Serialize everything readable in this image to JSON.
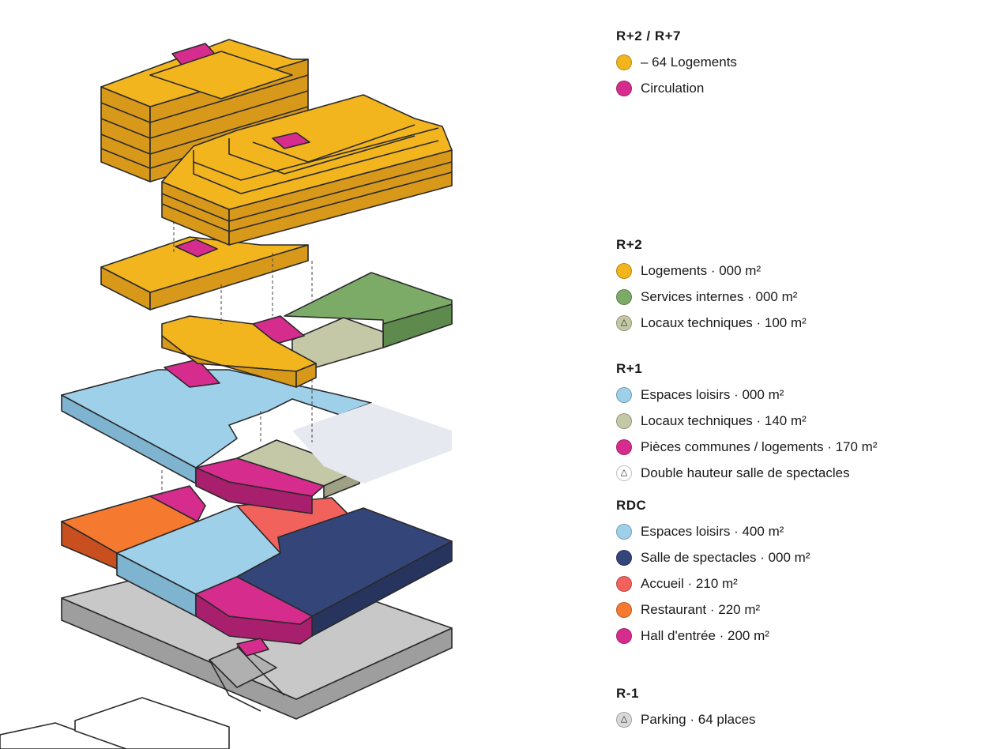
{
  "legend": {
    "groups": [
      {
        "title": "R+2 / R+7",
        "items": [
          {
            "label": "– 64 Logements",
            "color": "#F2B51E"
          },
          {
            "label": "Circulation",
            "color": "#D62C8E"
          }
        ]
      },
      {
        "title": "R+2",
        "items": [
          {
            "label": "Logements · 000 m²",
            "color": "#F2B51E"
          },
          {
            "label": "Services internes · 000 m²",
            "color": "#7CAB68"
          },
          {
            "label": "Locaux techniques · 100 m²",
            "color": "#C4C8A6",
            "icon": "triangle-icon"
          }
        ]
      },
      {
        "title": "R+1",
        "items": [
          {
            "label": "Espaces loisirs · 000 m²",
            "color": "#9FD0EA"
          },
          {
            "label": "Locaux techniques · 140 m²",
            "color": "#C4C8A6"
          },
          {
            "label": "Pièces communes / logements · 170 m²",
            "color": "#D62C8E"
          },
          {
            "label": "Double hauteur salle de spectacles",
            "color": "#FFFFFF",
            "icon": "triangle-icon"
          }
        ]
      },
      {
        "title": "RDC",
        "items": [
          {
            "label": "Espaces loisirs · 400 m²",
            "color": "#9FD0EA"
          },
          {
            "label": "Salle de spectacles · 000 m²",
            "color": "#34457A"
          },
          {
            "label": "Accueil · 210 m²",
            "color": "#F2625D"
          },
          {
            "label": "Restaurant · 220 m²",
            "color": "#F57A30"
          },
          {
            "label": "Hall d'entrée · 200 m²",
            "color": "#D62C8E"
          }
        ]
      },
      {
        "title": "R-1",
        "items": [
          {
            "label": "Parking · 64 places",
            "color": "#D9D9D9",
            "icon": "triangle-icon"
          }
        ]
      }
    ]
  },
  "colors": {
    "logements": "#F2B51E",
    "circulation": "#D62C8E",
    "services": "#7CAB68",
    "techniques": "#C4C8A6",
    "loisirs": "#9FD0EA",
    "spectacles": "#34457A",
    "accueil": "#F2625D",
    "restaurant": "#F57A30",
    "parking": "#BDBDBD",
    "outline": "#2A2A2A"
  }
}
